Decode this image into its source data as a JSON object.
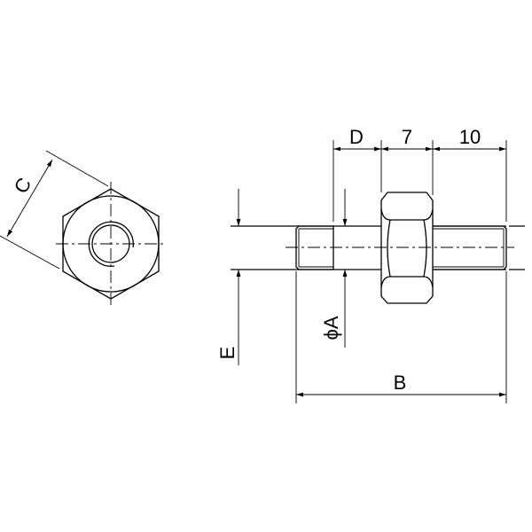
{
  "drawing": {
    "dimensions": {
      "c": "C",
      "d": "D",
      "nut_width": "7",
      "stud_length": "10",
      "e": "E",
      "phi_a": "ϕA",
      "b": "B"
    }
  }
}
